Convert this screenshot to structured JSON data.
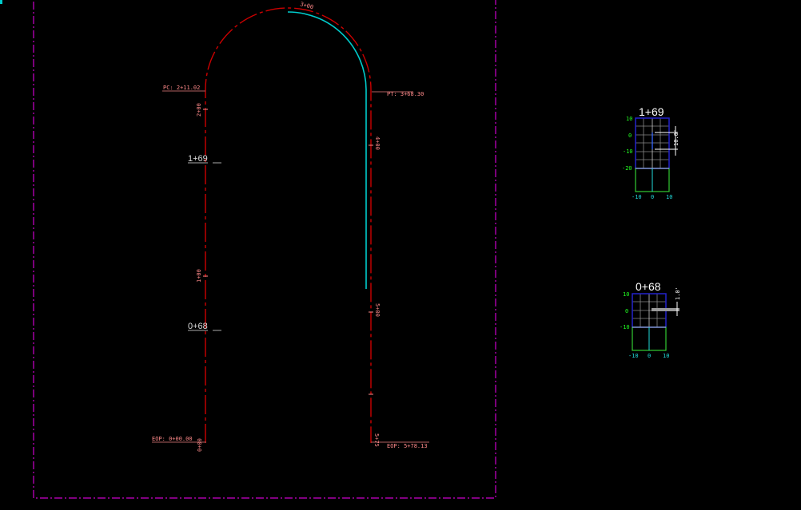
{
  "plan": {
    "curve_labels": {
      "pc": "PC: 2+11.02",
      "pt": "PT: 3+68.30"
    },
    "endpoint_labels": {
      "start": "EOP: 0+00.00",
      "end": "EOP: 5+78.13"
    },
    "stations": {
      "s000": "0+00",
      "s100": "1+00",
      "s200": "2+00",
      "s300": "3+00",
      "s400": "4+00",
      "s500": "5+00",
      "s575": "5+75"
    },
    "section_markers": {
      "a": "1+69",
      "b": "0+68"
    }
  },
  "sections": [
    {
      "title": "1+69",
      "y_ticks": [
        "10",
        "0",
        "-10",
        "-20"
      ],
      "x_ticks": [
        "-10",
        "0",
        "10"
      ],
      "dimension": "10.0'"
    },
    {
      "title": "0+68",
      "y_ticks": [
        "10",
        "0",
        "-10"
      ],
      "x_ticks": [
        "-10",
        "0",
        "10"
      ],
      "dimension": "1.0'"
    }
  ],
  "colors": {
    "alignment": "#cc0000",
    "offset": "#00cccc",
    "frame": "#cc00cc",
    "grid_top": "#2222cc",
    "grid_bottom": "#33cc33"
  }
}
